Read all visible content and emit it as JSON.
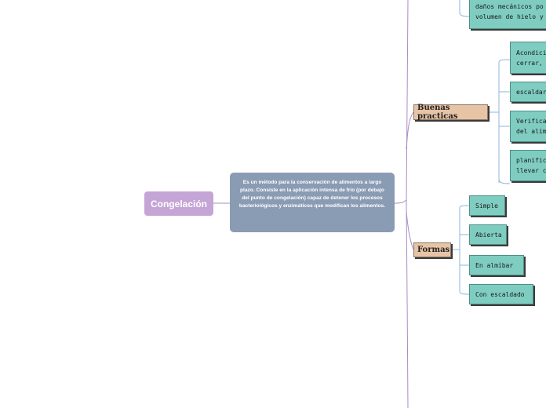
{
  "root": {
    "label": "Congelación"
  },
  "description": {
    "text": "Es un método para la conservación de alimentos a largo plazo. Consiste en la aplicación intensa de frío (por debajo del punto de congelación) capaz de detener los procesos bacteriológicos y enzimáticos que modifican los alimentos."
  },
  "categories": {
    "buenas_practicas": {
      "label": "Buenas practicas",
      "items": [
        "Acondici\ncerrar,",
        "escaldar",
        "Verifica\ndel alim",
        "planific\nllevar c"
      ]
    },
    "formas": {
      "label": "Formas",
      "items": [
        "Simple",
        "Abierta",
        "En almíbar",
        "Con escaldado"
      ]
    }
  },
  "top_leaf": {
    "text": "daños mecánicos po\nvolumen de hielo y"
  },
  "colors": {
    "root": "#c4a5d6",
    "description": "#8a9bb4",
    "category": "#e8c4a6",
    "leaf": "#7fcdc1",
    "line": "#a98bc6"
  }
}
